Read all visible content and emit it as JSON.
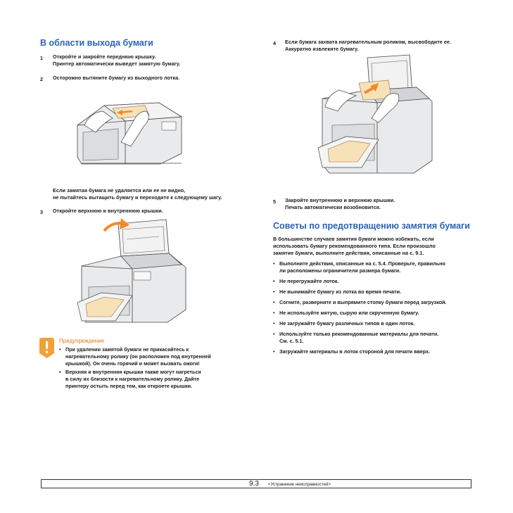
{
  "left": {
    "heading": "В области выхода бумаги",
    "step1": {
      "num": "1",
      "lines": [
        "Откройте и закройте переднюю крышку.",
        "Принтер автоматически выведет замятую бумагу."
      ]
    },
    "step2": {
      "num": "2",
      "lines": [
        "Осторожно вытяните бумагу из выходного лотка."
      ]
    },
    "note": {
      "lines": [
        "Если замятая бумага не удаляется или ее не видно,",
        "не пытайтесь вытащить бумагу и переходите к следующему шагу."
      ]
    },
    "step3": {
      "num": "3",
      "lines": [
        "Откройте верхнюю и внутреннюю крышки."
      ]
    },
    "warning": {
      "title": "Предупреждение",
      "items": [
        [
          "При удалении замятой бумаги не прикасайтесь к",
          "нагревательному ролику (он расположен под внутренней",
          "крышкой). Он очень горячий и может вызвать ожоги!"
        ],
        [
          "Верхняя и внутренняя крышки также могут нагреться",
          "в силу их близости к нагревательному ролику. Дайте",
          "принтеру остыть перед тем, как откроете крышки."
        ]
      ]
    }
  },
  "right": {
    "step4": {
      "num": "4",
      "lines": [
        "Если бумага захвата нагревательным роликом, высвободите ее.",
        "Аккуратно извлеките бумагу."
      ]
    },
    "step5": {
      "num": "5",
      "lines": [
        "Закройте внутреннюю и верхнюю крышки.",
        "Печать автоматически возобновится."
      ]
    },
    "heading": "Советы по предотвращению замятия бумаги",
    "intro": [
      "В большинстве случаев замятия бумаги можно избежать, если",
      "использовать бумагу рекомендованного типа. Если произошло",
      "замятие бумаги, выполните действия, описанные на с. 9.1."
    ],
    "tips": [
      [
        "Выполните действия, описанные на с. 5.4. Проверьте, правильно",
        "ли расположены ограничители размера бумаги."
      ],
      [
        "Не перегружайте лоток."
      ],
      [
        "Не вынимайте бумагу из лотка во время печати."
      ],
      [
        "Согните, разверните и выпрямите стопку бумаги перед загрузкой."
      ],
      [
        "Не используйте мятую, сырую или скрученную бумагу."
      ],
      [
        "Не загружайте бумагу различных типов в один лоток."
      ],
      [
        "Используйте только рекомендованные материалы для печати.",
        "См. с. 5.1."
      ],
      [
        "Загружайте материалы в лоток стороной для печати вверх."
      ]
    ],
    "bullet": "•"
  },
  "footer": {
    "page": "9.3",
    "section": "<Устранение неисправностей>"
  },
  "icons": {
    "warning": "warning-exclamation-icon"
  },
  "colors": {
    "heading": "#2b63b6",
    "warning_title": "#e07a1c",
    "warning_icon": "#f2a13a",
    "paper": "#f7e2b8",
    "arrow": "#f08a2a"
  }
}
